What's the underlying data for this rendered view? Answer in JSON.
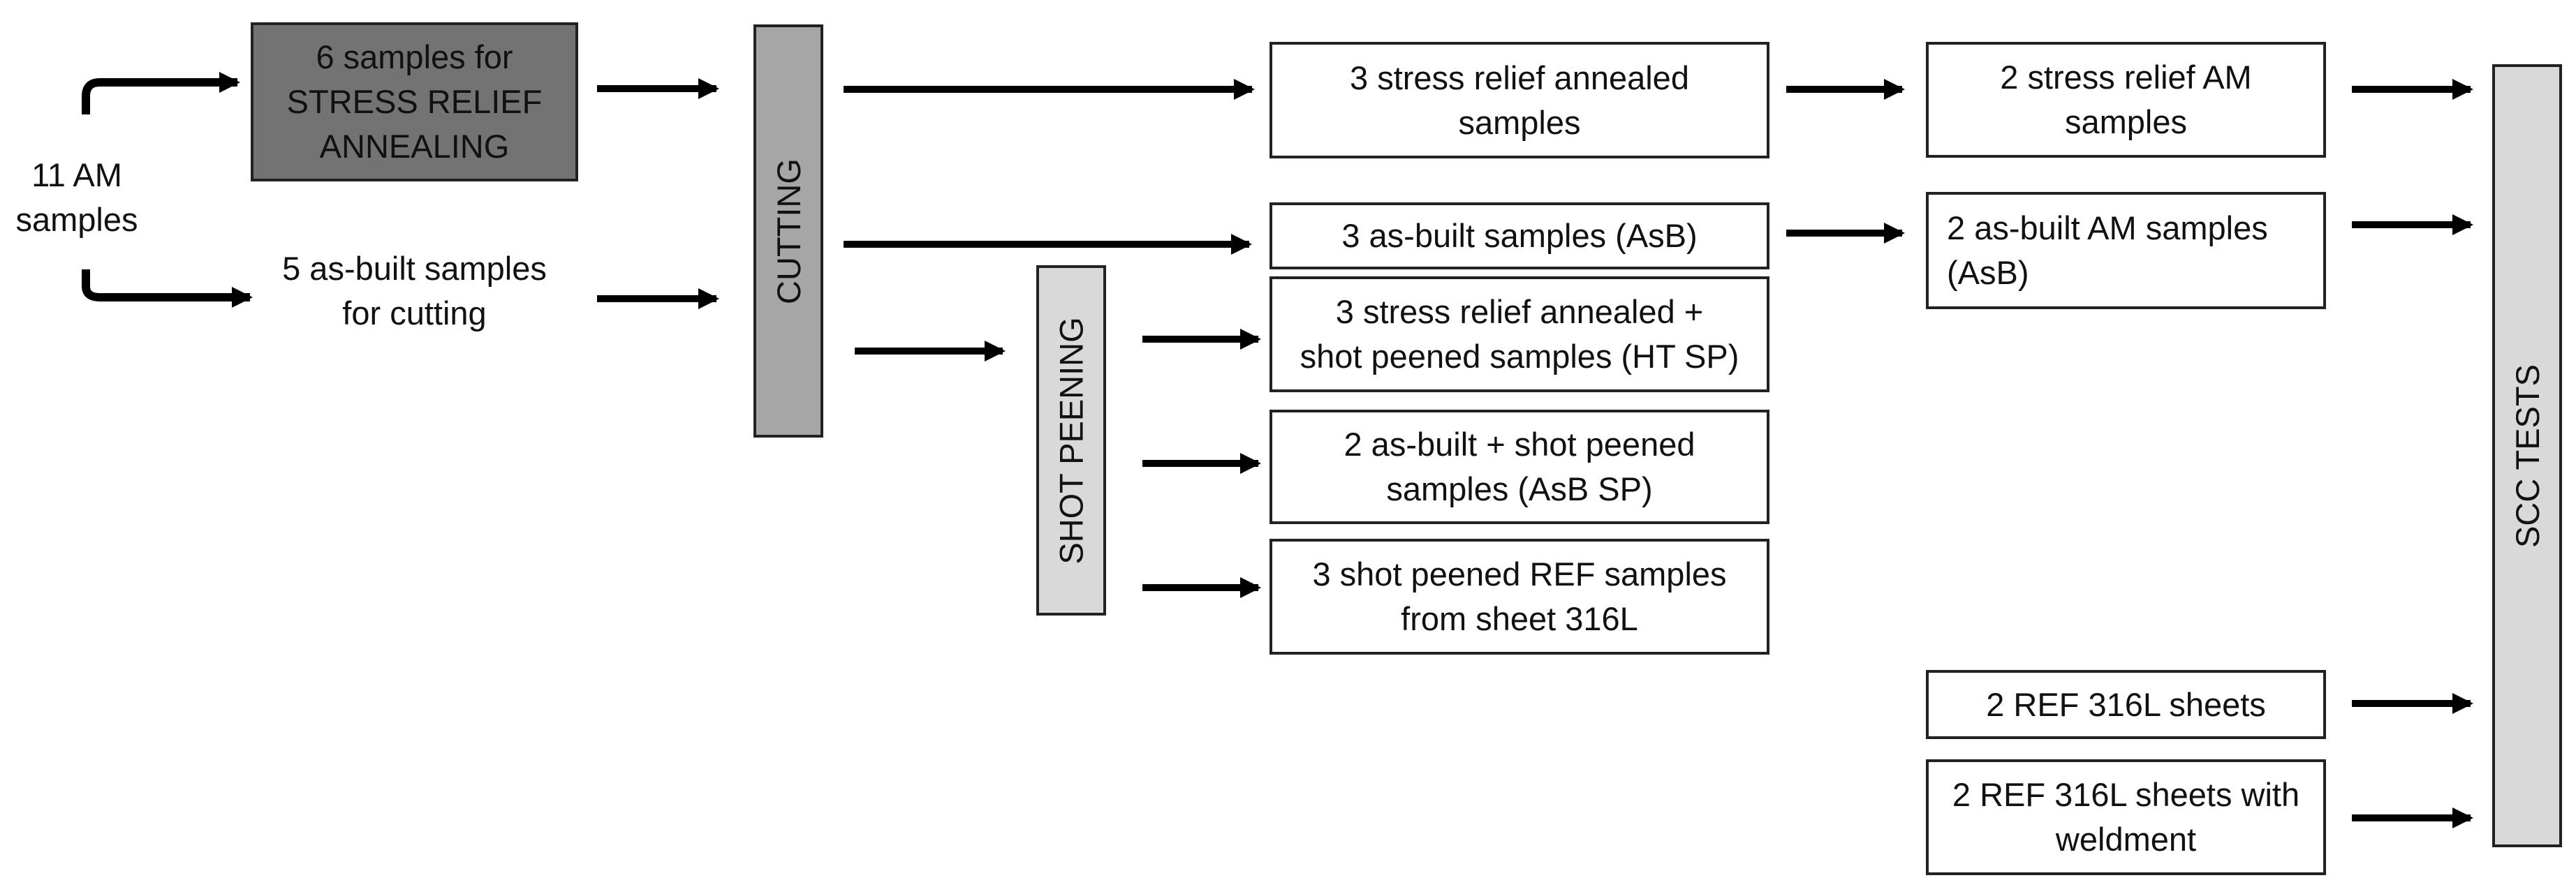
{
  "start": {
    "line1": "11 AM",
    "line2": "samples"
  },
  "annealing": {
    "line1": "6 samples for",
    "line2": "STRESS RELIEF",
    "line3": "ANNEALING"
  },
  "as_built_cutting": {
    "line1": "5 as-built samples",
    "line2": "for cutting"
  },
  "cutting": {
    "label": "CUTTING"
  },
  "shot_peening": {
    "label": "SHOT PEENING"
  },
  "scc": {
    "label": "SCC TESTS"
  },
  "stage2": {
    "stress_relief": {
      "line1": "3 stress relief annealed",
      "line2": "samples"
    },
    "as_built": {
      "line1": "3 as-built samples (AsB)"
    },
    "ht_sp": {
      "line1": "3 stress relief annealed +",
      "line2": "shot peened samples (HT SP)"
    },
    "asb_sp": {
      "line1": "2 as-built + shot peened",
      "line2": "samples (AsB SP)"
    },
    "ref_sp": {
      "line1": "3 shot peened REF samples",
      "line2": "from sheet 316L"
    }
  },
  "stage3": {
    "stress_relief_am": {
      "line1": "2 stress relief AM",
      "line2": "samples"
    },
    "as_built_am": {
      "line1": "2 as-built AM samples",
      "line2": "(AsB)"
    },
    "ref_sheets": {
      "line1": "2 REF 316L sheets"
    },
    "ref_weld": {
      "line1": "2 REF 316L sheets with",
      "line2": "weldment"
    }
  },
  "colors": {
    "dark_fill": "#737373",
    "cutting_fill": "#a6a6a6",
    "light_fill": "#d9d9d9",
    "stroke": "#222222"
  }
}
